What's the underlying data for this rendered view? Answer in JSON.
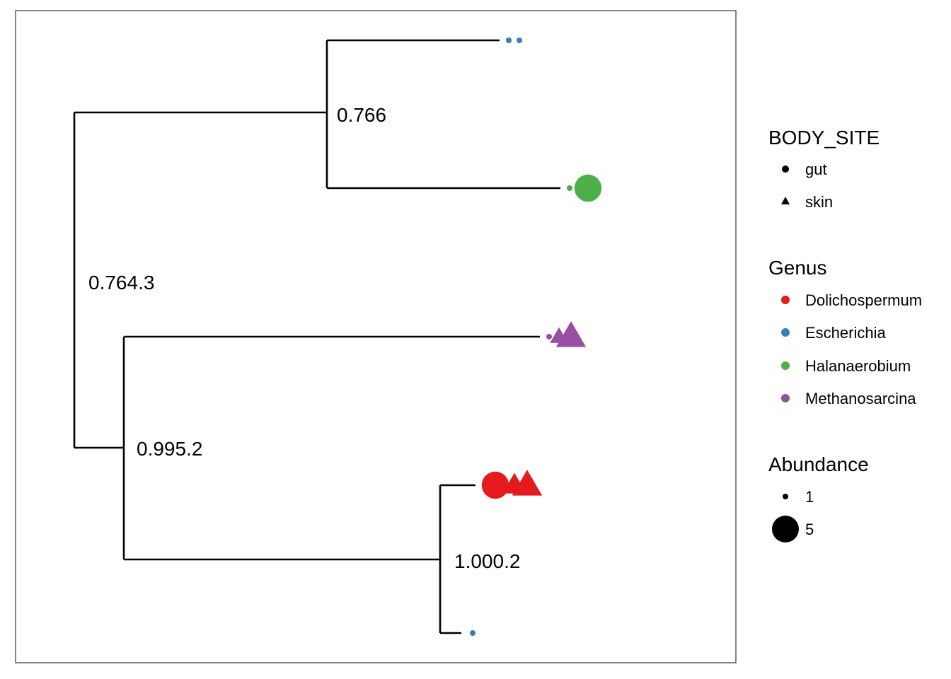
{
  "tree": {
    "node_labels": {
      "root": "0.764.3",
      "top_clade": "0.766",
      "bottom_clade": "0.995.2",
      "inner_clade": "1.000.2"
    },
    "tips": [
      {
        "id": "tip1",
        "genus": "Escherichia",
        "points": [
          {
            "body_site": "gut",
            "abundance": 1
          },
          {
            "body_site": "gut",
            "abundance": 1
          }
        ]
      },
      {
        "id": "tip2",
        "genus": "Halanaerobium",
        "points": [
          {
            "body_site": "gut",
            "abundance": 1
          },
          {
            "body_site": "gut",
            "abundance": 1
          },
          {
            "body_site": "skin",
            "abundance": 1
          },
          {
            "body_site": "gut",
            "abundance": 5
          }
        ]
      },
      {
        "id": "tip3",
        "genus": "Methanosarcina",
        "points": [
          {
            "body_site": "gut",
            "abundance": 1
          },
          {
            "body_site": "skin",
            "abundance": 3
          },
          {
            "body_site": "skin",
            "abundance": 5
          }
        ]
      },
      {
        "id": "tip4",
        "genus": "Dolichospermum",
        "points": [
          {
            "body_site": "gut",
            "abundance": 5
          },
          {
            "body_site": "skin",
            "abundance": 4
          },
          {
            "body_site": "skin",
            "abundance": 5
          }
        ]
      },
      {
        "id": "tip5",
        "genus": "Escherichia",
        "points": [
          {
            "body_site": "gut",
            "abundance": 1
          }
        ]
      }
    ]
  },
  "legend": {
    "body_site": {
      "title": "BODY_SITE",
      "items": [
        {
          "label": "gut",
          "shape": "circle"
        },
        {
          "label": "skin",
          "shape": "triangle"
        }
      ]
    },
    "genus": {
      "title": "Genus",
      "items": [
        {
          "label": "Dolichospermum",
          "color": "#E41A1C"
        },
        {
          "label": "Escherichia",
          "color": "#377EB8"
        },
        {
          "label": "Halanaerobium",
          "color": "#4DAF4A"
        },
        {
          "label": "Methanosarcina",
          "color": "#984EA3"
        }
      ]
    },
    "abundance": {
      "title": "Abundance",
      "items": [
        {
          "label": "1",
          "value": 1
        },
        {
          "label": "5",
          "value": 5
        }
      ]
    }
  },
  "colors": {
    "Dolichospermum": "#E41A1C",
    "Escherichia": "#377EB8",
    "Halanaerobium": "#4DAF4A",
    "Methanosarcina": "#984EA3",
    "branch": "#000000",
    "panel_border": "#333333"
  }
}
